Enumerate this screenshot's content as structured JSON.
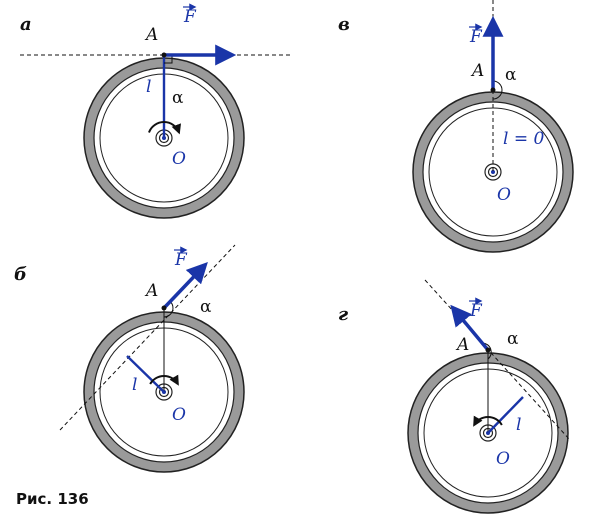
{
  "colors": {
    "ring": "#9a9a9a",
    "ring_edge": "#222222",
    "vector": "#1a35a8",
    "radius": "#1a35a8",
    "guide": "#111111",
    "label": "#111111",
    "blue_label": "#1a35a8"
  },
  "caption": "Рис. 136",
  "panels": [
    {
      "letter": "а",
      "point_label": "A",
      "force_label": "F",
      "angle_label": "α",
      "radius_label": "l",
      "center_label": "O",
      "right_angle_marker": true,
      "rotation": "clockwise"
    },
    {
      "letter": "в",
      "point_label": "A",
      "force_label": "F",
      "angle_label": "α",
      "radius_label": "l = 0",
      "center_label": "O",
      "rotation": "none"
    },
    {
      "letter": "б",
      "point_label": "A",
      "force_label": "F",
      "angle_label": "α",
      "radius_label": "l",
      "center_label": "O",
      "rotation": "clockwise"
    },
    {
      "letter": "г",
      "point_label": "A",
      "force_label": "F",
      "angle_label": "α",
      "radius_label": "l",
      "center_label": "O",
      "rotation": "counterclockwise"
    }
  ]
}
